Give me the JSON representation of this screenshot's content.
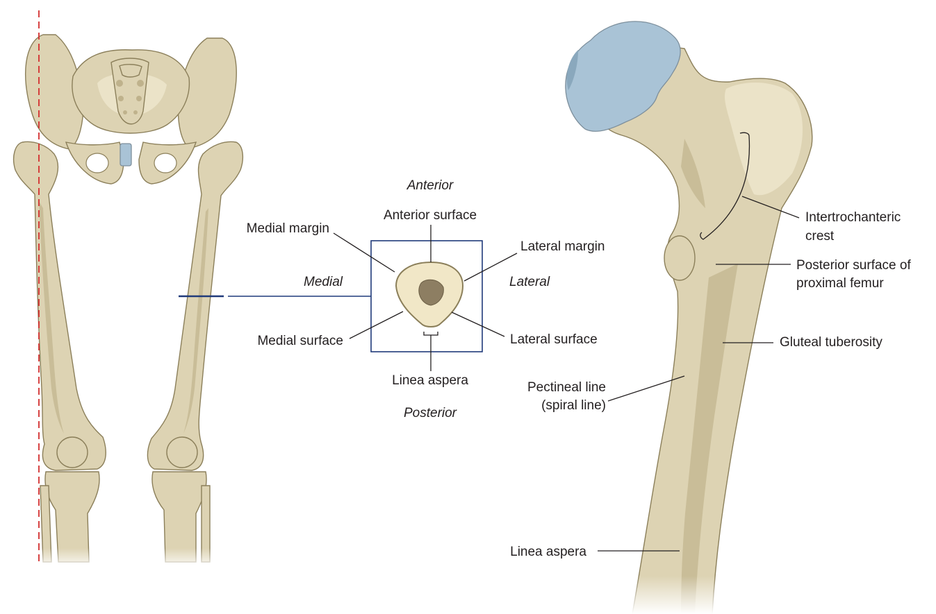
{
  "figure": {
    "orientation": {
      "anterior": "Anterior",
      "posterior": "Posterior",
      "medial": "Medial",
      "lateral": "Lateral"
    },
    "cross_section_labels": {
      "anterior_surface": "Anterior surface",
      "medial_margin": "Medial margin",
      "lateral_margin": "Lateral margin",
      "medial_surface": "Medial surface",
      "lateral_surface": "Lateral surface",
      "linea_aspera": "Linea aspera"
    },
    "proximal_femur_labels": {
      "intertrochanteric_crest_1": "Intertrochanteric",
      "intertrochanteric_crest_2": "crest",
      "posterior_surface_1": "Posterior surface of",
      "posterior_surface_2": "proximal femur",
      "gluteal_tuberosity": "Gluteal tuberosity",
      "pectineal_line_1": "Pectineal line",
      "pectineal_line_2": "(spiral line)",
      "linea_aspera": "Linea aspera"
    },
    "colors": {
      "bone": "#ddd3b3",
      "articular_cartilage": "#a9c3d6",
      "section_line": "#1f3a7a",
      "axis_dashed_line": "#d32f2f"
    }
  }
}
